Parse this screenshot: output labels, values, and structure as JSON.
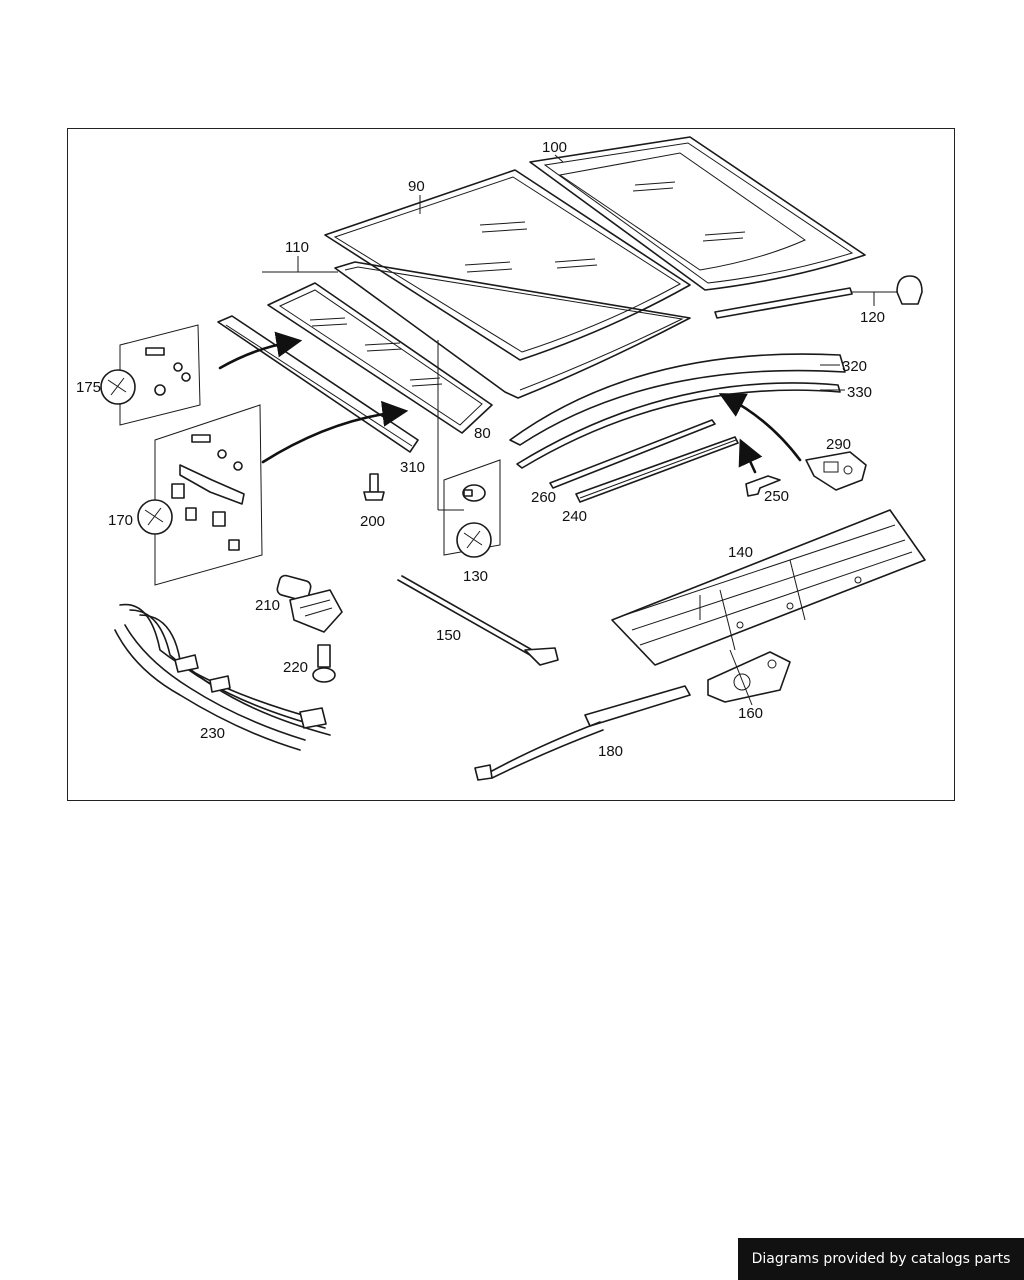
{
  "diagram": {
    "labels": {
      "p80": "80",
      "p90": "90",
      "p100": "100",
      "p110": "110",
      "p120": "120",
      "p130": "130",
      "p140": "140",
      "p150": "150",
      "p160": "160",
      "p170": "170",
      "p175": "175",
      "p180": "180",
      "p200": "200",
      "p210": "210",
      "p220": "220",
      "p230": "230",
      "p240": "240",
      "p250": "250",
      "p260": "260",
      "p290": "290",
      "p310": "310",
      "p320": "320",
      "p330": "330"
    }
  },
  "footer": {
    "credit": "Diagrams provided by catalogs parts"
  }
}
